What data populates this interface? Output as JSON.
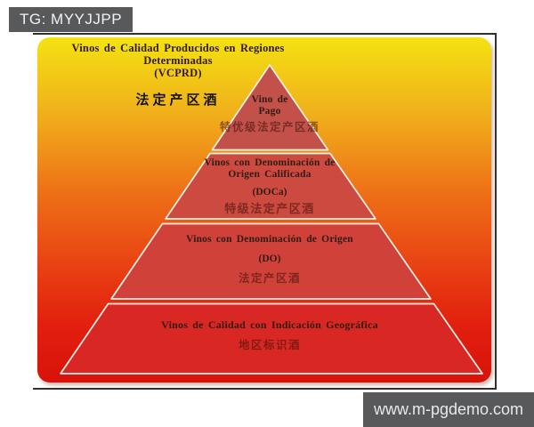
{
  "header": {
    "tag_label": "TG: MYYJJPP"
  },
  "watermark": {
    "url_label": "www.m-pgdemo.com"
  },
  "diagram": {
    "title_line1": "Vinos de Calidad Producidos en Regiones Determinadas",
    "title_line2": "(VCPRD)",
    "title_zh": "法定产区酒",
    "tiers": [
      {
        "line1": "Vino de",
        "line2": "Pago",
        "zh": "特优级法定产区酒"
      },
      {
        "line1": "Vinos con Denominación de",
        "line2": "Origen Calificada",
        "abbr": "(DOCa)",
        "zh": "特级法定产区酒"
      },
      {
        "line1": "Vinos con Denominación de Origen",
        "abbr": "(DO)",
        "zh": "法定产区酒"
      },
      {
        "line1": "Vinos de Calidad con Indicación Geográfica",
        "zh": "地区标识酒"
      }
    ],
    "tier_fills": [
      "#c15149",
      "#cc4a3f",
      "#d0413a",
      "#d92823"
    ]
  },
  "colors": {
    "box_gray": "#58595b",
    "frame": "#303030",
    "grad_top": "#f4e211",
    "grad_upper": "#f0b01b",
    "grad_mid": "#ee7017",
    "grad_lower": "#e94413",
    "grad_deep": "#e2200e",
    "grad_bottom": "#d8120a"
  }
}
